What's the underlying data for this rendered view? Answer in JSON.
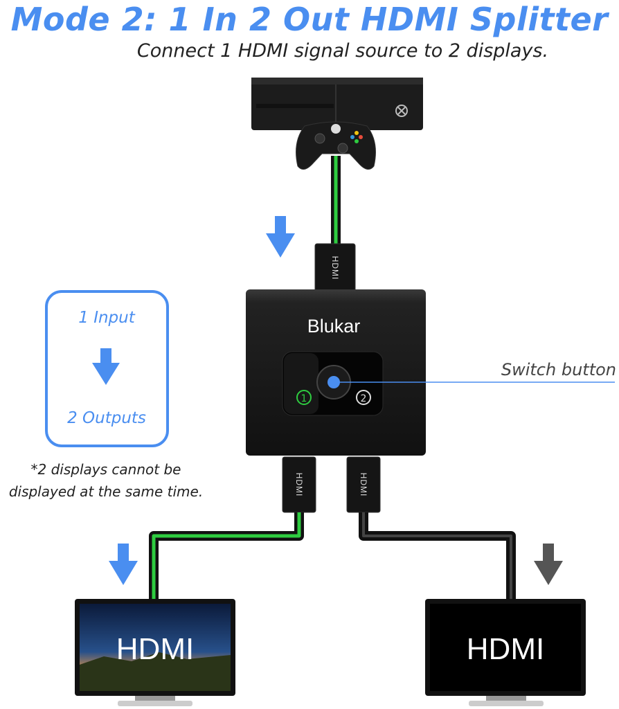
{
  "title": "Mode 2: 1 In 2 Out HDMI Splitter",
  "subtitle": "Connect 1 HDMI signal source to 2 displays.",
  "flow_box": {
    "input_label": "1 Input",
    "output_label": "2 Outputs"
  },
  "note": {
    "line1": "*2 displays cannot be",
    "line2": "displayed at the same time."
  },
  "switch_label": "Switch button",
  "device": {
    "brand": "Blukar",
    "port1": "1",
    "port2": "2",
    "connector_text": "HDMI"
  },
  "displays": {
    "left_text": "HDMI",
    "right_text": "HDMI"
  },
  "colors": {
    "accent_blue": "#4a8ef0",
    "active_green": "#2ecc40",
    "inactive_gray": "#555555"
  },
  "icons": [
    "game-console-icon",
    "controller-icon",
    "down-arrow-icon",
    "monitor-icon"
  ]
}
